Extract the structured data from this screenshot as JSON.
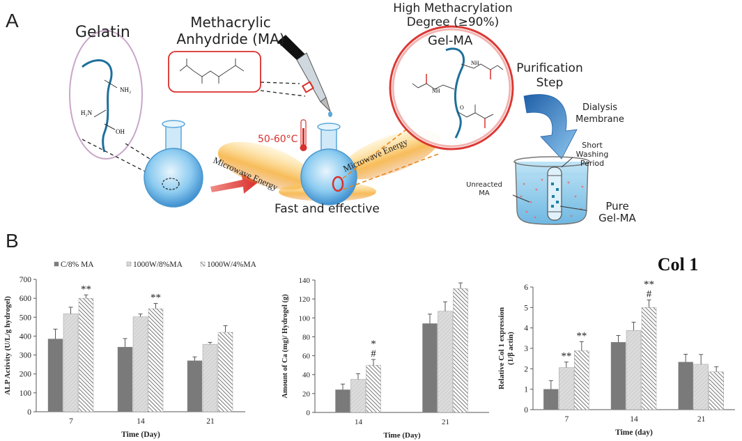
{
  "panels": {
    "a": "A",
    "b": "B"
  },
  "scheme": {
    "gelatin": "Gelatin",
    "gelatin_groups": {
      "nh2": "NH₂",
      "h2n": "H₂N",
      "oh": "OH"
    },
    "ma_title_1": "Methacrylic",
    "ma_title_2": "Anhydride (MA)",
    "degree_1": "High Methacrylation",
    "degree_2": "Degree (≥90%)",
    "gelma": "Gel-MA",
    "gelma_groups": {
      "nh_top": "NH",
      "nh_left": "NH",
      "o": "O"
    },
    "temperature": "50-60°C",
    "microwave": "Microwave Energy",
    "fast": "Fast and effective",
    "purification_1": "Purification",
    "purification_2": "Step",
    "dialysis_1": "Dialysis",
    "dialysis_2": "Membrane",
    "washing_1": "Short",
    "washing_2": "Washing",
    "washing_3": "Period",
    "unreacted_1": "Unreacted",
    "unreacted_2": "MA",
    "pure_1": "Pure",
    "pure_2": "Gel-MA",
    "colors": {
      "accent_red": "#d9302c",
      "flask_blue": "#5aa7d8",
      "oval_purple": "#c9a6c9",
      "arrow_blue": "#2a7fc4"
    },
    "icons": [
      "flask-icon",
      "dropper-icon",
      "thermometer-icon",
      "beaker-icon",
      "dialysis-bag-icon",
      "arrow-icon"
    ]
  },
  "chart_data": [
    {
      "type": "bar",
      "categories": [
        "7",
        "14",
        "21"
      ],
      "series": [
        {
          "name": "C/8% MA",
          "values": [
            385,
            342,
            270
          ]
        },
        {
          "name": "1000W/8%MA",
          "values": [
            518,
            502,
            357
          ]
        },
        {
          "name": "1000W/4%MA",
          "values": [
            600,
            545,
            420
          ]
        }
      ],
      "errors": [
        [
          52,
          45,
          20
        ],
        [
          35,
          15,
          10
        ],
        [
          18,
          28,
          35
        ]
      ],
      "annotations": [
        [
          "",
          "",
          "**"
        ],
        [
          "",
          "",
          "**"
        ],
        [
          "",
          "",
          ""
        ]
      ],
      "xlabel": "Time (Day)",
      "ylabel": "ALP Activity (U/L/g hydrogel)",
      "yticks": [
        "0",
        "100",
        "200",
        "300",
        "400",
        "500",
        "600",
        "700"
      ],
      "ylim": [
        0,
        700
      ],
      "legend": "top"
    },
    {
      "type": "bar",
      "categories": [
        "14",
        "21"
      ],
      "series": [
        {
          "name": "C/8% MA",
          "values": [
            24,
            94
          ]
        },
        {
          "name": "1000W/8%MA",
          "values": [
            35,
            107
          ]
        },
        {
          "name": "1000W/4%MA",
          "values": [
            50,
            131
          ]
        }
      ],
      "errors": [
        [
          6,
          10
        ],
        [
          6,
          10
        ],
        [
          6,
          6
        ]
      ],
      "annotations": [
        [
          "",
          "",
          "*\n#"
        ],
        [
          "",
          "",
          ""
        ]
      ],
      "xlabel": "Time (Day)",
      "ylabel": "Amount of Ca (mg)/ Hydrogel (g)",
      "yticks": [
        "0",
        "20",
        "40",
        "60",
        "80",
        "100",
        "120",
        "140"
      ],
      "ylim": [
        0,
        140
      ]
    },
    {
      "type": "bar",
      "title": "Col 1",
      "categories": [
        "7",
        "14",
        "21"
      ],
      "series": [
        {
          "name": "C/8% MA",
          "values": [
            1.0,
            3.3,
            2.33
          ]
        },
        {
          "name": "1000W/8%MA",
          "values": [
            2.06,
            3.88,
            2.22
          ]
        },
        {
          "name": "1000W/4%MA",
          "values": [
            2.88,
            5.0,
            1.85
          ]
        }
      ],
      "errors": [
        [
          0.42,
          0.33,
          0.38
        ],
        [
          0.27,
          0.4,
          0.48
        ],
        [
          0.45,
          0.37,
          0.25
        ]
      ],
      "annotations": [
        [
          "",
          "**",
          "**"
        ],
        [
          "",
          "",
          "**\n#"
        ],
        [
          "",
          "",
          ""
        ]
      ],
      "xlabel": "Time (day)",
      "ylabel": "Relative Col 1 expression (1/β actin)",
      "yticks": [
        "0",
        "1",
        "2",
        "3",
        "4",
        "5",
        "6"
      ],
      "ylim": [
        0,
        6
      ]
    }
  ]
}
